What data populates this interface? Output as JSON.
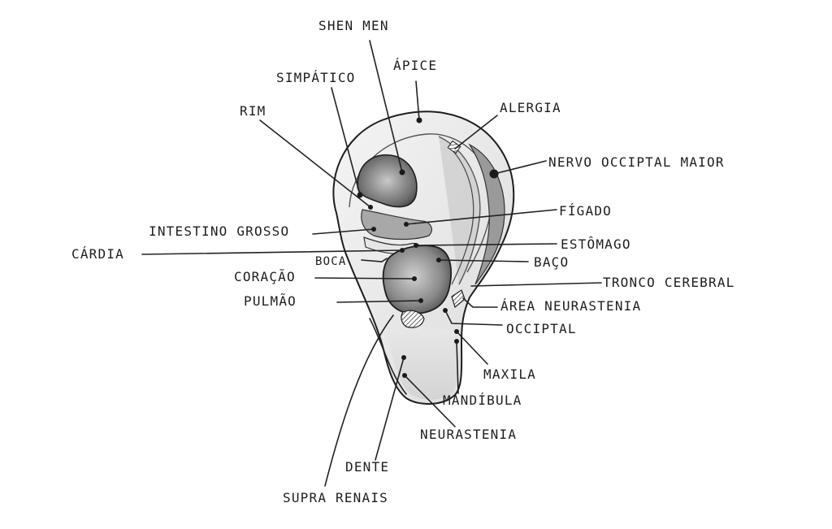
{
  "labels": {
    "shen_men": "SHEN MEN",
    "simpatico": "SIMPÁTICO",
    "apice": "ÁPICE",
    "rim": "RIM",
    "alergia": "ALERGIA",
    "nervo_occipital_maior": "NERVO OCCIPTAL MAIOR",
    "intestino_grosso": "INTESTINO GROSSO",
    "figado": "FÍGADO",
    "cardia": "CÁRDIA",
    "estomago": "ESTÔMAGO",
    "boca": "BOCA",
    "baco": "BAÇO",
    "coracao": "CORAÇÃO",
    "tronco_cerebral": "TRONCO CEREBRAL",
    "pulmao": "PULMÃO",
    "area_neurastenia": "ÁREA NEURASTENIA",
    "occiptal": "OCCIPTAL",
    "maxila": "MAXILA",
    "mandibula": "MANDÍBULA",
    "neurastenia": "NEURASTENIA",
    "dente": "DENTE",
    "supra_renais": "SUPRA RENAIS"
  },
  "colors": {
    "ink": "#1e1e1e",
    "shading": "#8c8c8c",
    "deep_shading": "#5e5e5e",
    "paper": "#ffffff"
  }
}
